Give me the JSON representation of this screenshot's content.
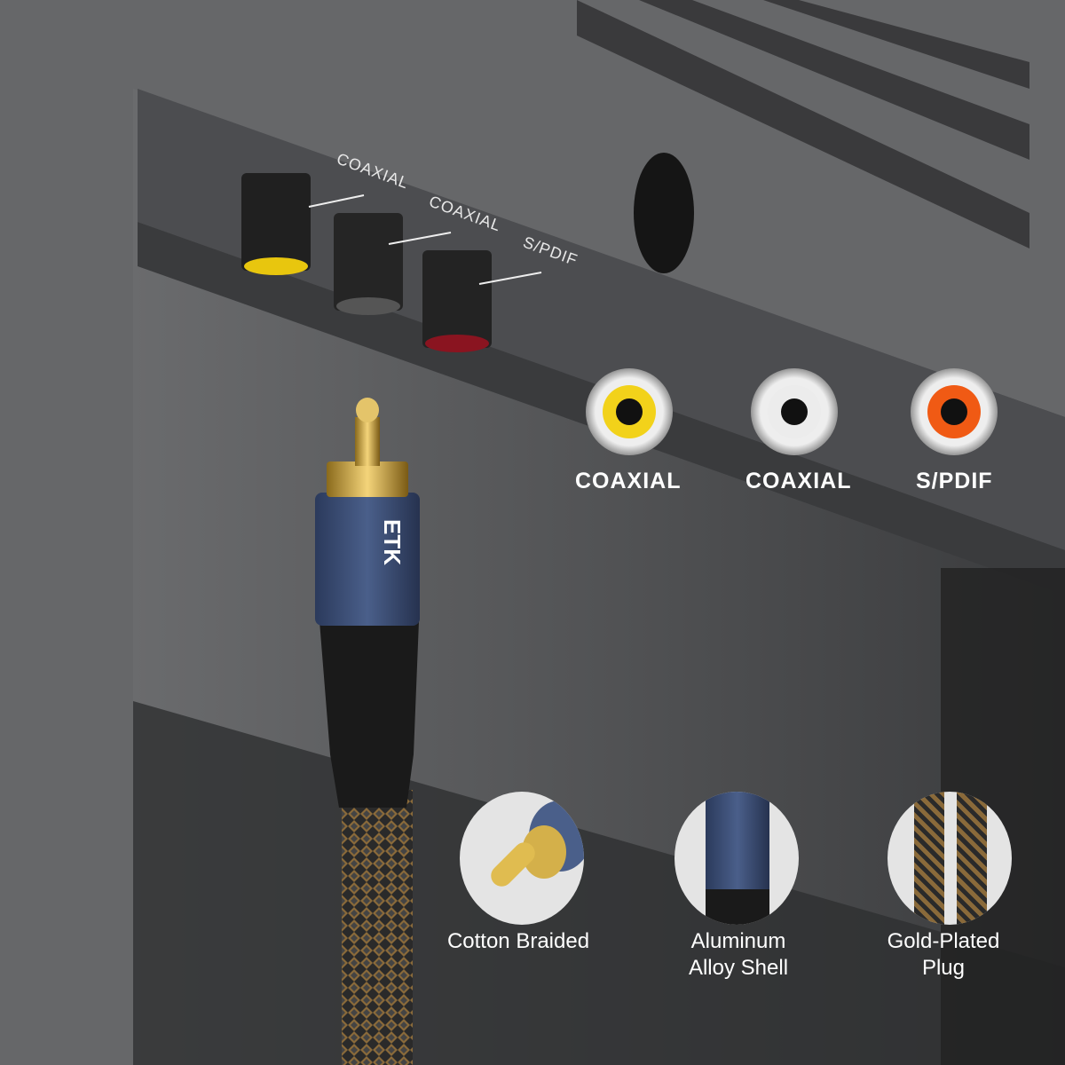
{
  "panel_labels": {
    "port1": "COAXIAL",
    "port2": "COAXIAL",
    "port3": "S/PDIF"
  },
  "jacks": [
    {
      "label": "COAXIAL",
      "color": "#f2d21a"
    },
    {
      "label": "COAXIAL",
      "color": "#ececec"
    },
    {
      "label": "S/PDIF",
      "color": "#f05a14"
    }
  ],
  "brand": "ETK",
  "features": [
    {
      "label": "Cotton Braided"
    },
    {
      "label": "Aluminum Alloy Shell"
    },
    {
      "label": "Gold-Plated Plug"
    }
  ],
  "feature_lines": {
    "f2a": "Aluminum",
    "f2b": "Alloy Shell",
    "f3a": "Gold-Plated",
    "f3b": "Plug"
  }
}
